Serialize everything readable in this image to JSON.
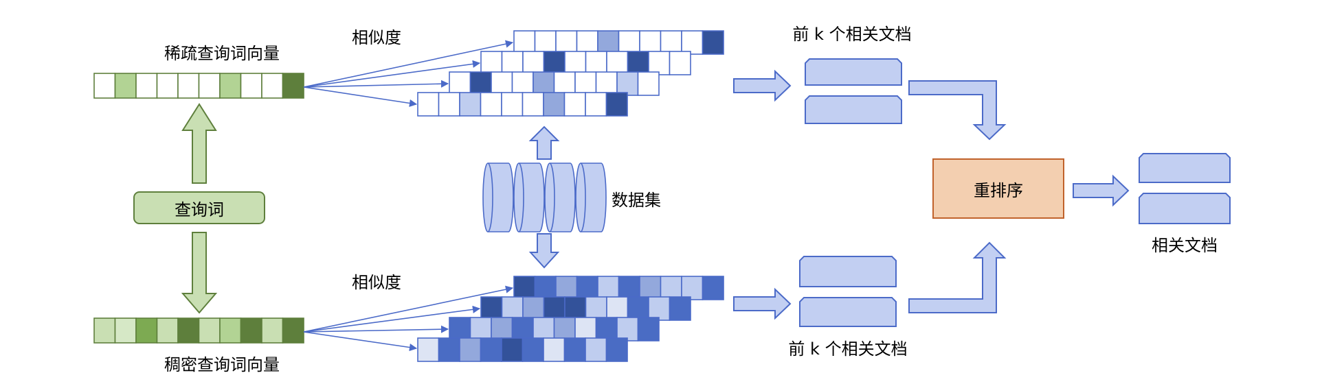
{
  "labels": {
    "sparse_vector": "稀疏查询词向量",
    "dense_vector": "稠密查询词向量",
    "query": "查询词",
    "similarity_top": "相似度",
    "similarity_bottom": "相似度",
    "dataset": "数据集",
    "topk_top": "前 k 个相关文档",
    "topk_bottom": "前 k 个相关文档",
    "rerank": "重排序",
    "relevant_docs": "相关文档"
  },
  "colors": {
    "green_dark": "#5e7f3c",
    "green_mid": "#7daa52",
    "green_light": "#b2d394",
    "green_pale": "#d6e8c6",
    "green_fill": "#c9dfb3",
    "blue_dark": "#33529a",
    "blue_mid": "#4a6cc4",
    "blue_light": "#93a8dc",
    "blue_pale": "#bfcdef",
    "blue_fill": "#c2cff2",
    "blue_stroke": "#4b6ac8",
    "rerank_fill": "#f3cfb0",
    "rerank_stroke": "#c0622b"
  },
  "vectors": {
    "sparse": [
      "w",
      "g2",
      "w",
      "w",
      "w",
      "w",
      "g2",
      "w",
      "w",
      "g4"
    ],
    "dense": [
      "g1",
      "g1p",
      "g3",
      "g1",
      "g4",
      "g1",
      "g2",
      "g4",
      "g1",
      "g4"
    ]
  },
  "matrices": {
    "top": [
      [
        "w",
        "w",
        "w",
        "w",
        "b2",
        "w",
        "w",
        "w",
        "w",
        "b4"
      ],
      [
        "w",
        "w",
        "w",
        "b4",
        "w",
        "w",
        "w",
        "b4",
        "w",
        "w"
      ],
      [
        "w",
        "b4",
        "w",
        "w",
        "b2",
        "w",
        "w",
        "w",
        "b1",
        "w"
      ],
      [
        "w",
        "w",
        "b1",
        "w",
        "w",
        "w",
        "b2",
        "w",
        "w",
        "b4"
      ]
    ],
    "bottom": [
      [
        "b4",
        "b3",
        "b2",
        "b3",
        "b1",
        "b3",
        "b2",
        "b1",
        "b1",
        "b3"
      ],
      [
        "b4",
        "b1",
        "b2",
        "b4",
        "b4",
        "b1",
        "bp",
        "b3",
        "b1",
        "b3"
      ],
      [
        "b3",
        "b1",
        "b2",
        "b3",
        "b1",
        "b2",
        "bp",
        "b3",
        "b1",
        "b3"
      ],
      [
        "bp",
        "b3",
        "b2",
        "b3",
        "b4",
        "b3",
        "bp",
        "b3",
        "b1",
        "b3"
      ]
    ]
  }
}
